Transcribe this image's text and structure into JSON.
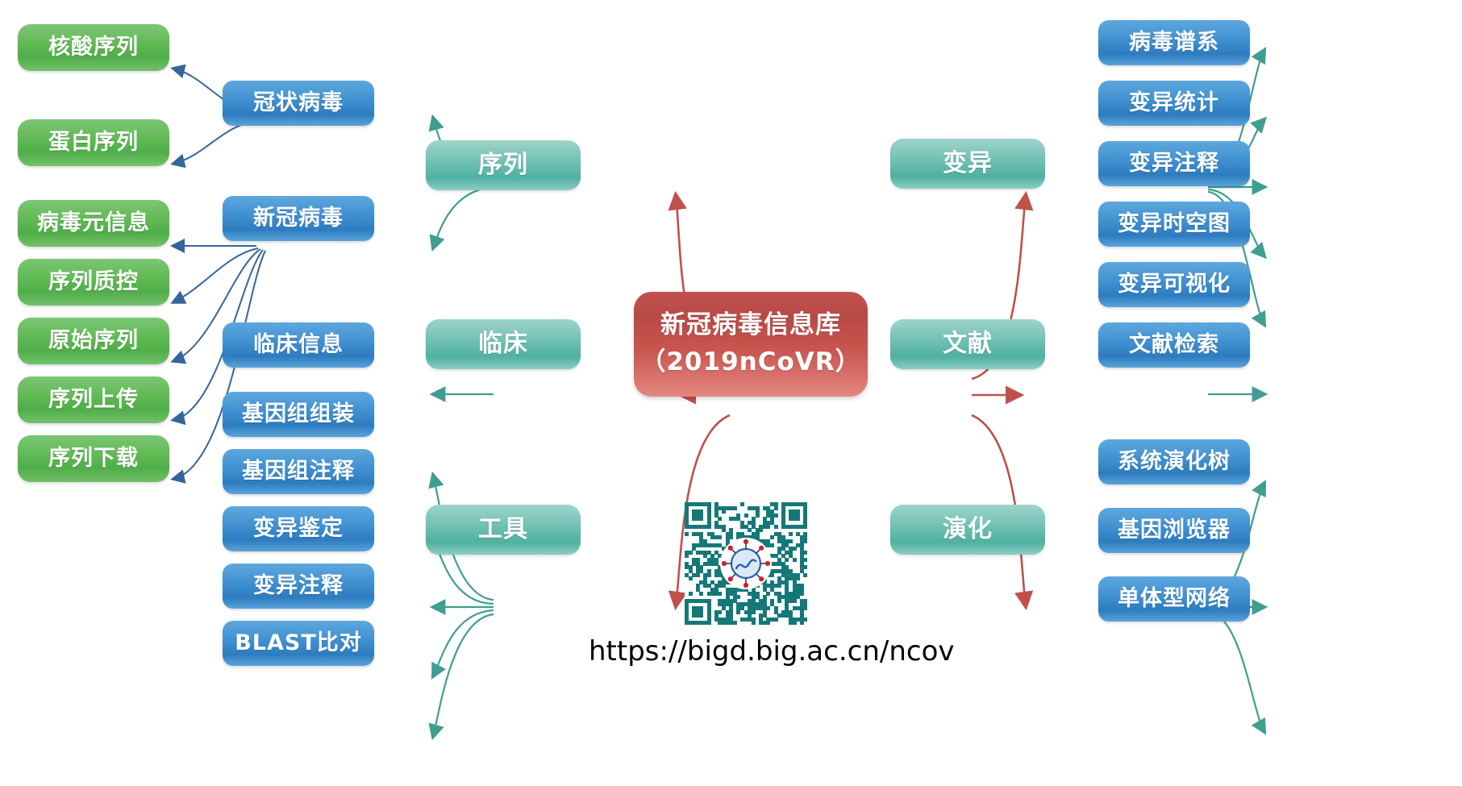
{
  "diagram": {
    "title": "新冠病毒信息库（2019nCoVR）",
    "url": "https://bigd.big.ac.cn/ncov",
    "colors": {
      "root": "#c0504d",
      "category": "#4fb1a2",
      "blue": "#2e7cc0",
      "green": "#4fae48",
      "edge_red": "#c0504d",
      "edge_teal": "#3f9e90",
      "edge_blue": "#4472a8",
      "qr": "#157878"
    }
  },
  "root": {
    "line1": "新冠病毒信息库",
    "line2": "（2019nCoVR）"
  },
  "categories": {
    "sequence": "序列",
    "clinical": "临床",
    "tools": "工具",
    "variation": "变异",
    "literature": "文献",
    "evolution": "演化"
  },
  "sequence_children": [
    {
      "label": "冠状病毒"
    },
    {
      "label": "新冠病毒"
    }
  ],
  "coronavirus_leaves": [
    {
      "label": "核酸序列"
    },
    {
      "label": "蛋白序列"
    }
  ],
  "ncov_leaves": [
    {
      "label": "病毒元信息"
    },
    {
      "label": "序列质控"
    },
    {
      "label": "原始序列"
    },
    {
      "label": "序列上传"
    },
    {
      "label": "序列下载"
    }
  ],
  "clinical_children": [
    {
      "label": "临床信息"
    }
  ],
  "tools_children": [
    {
      "label": "基因组组装"
    },
    {
      "label": "基因组注释"
    },
    {
      "label": "变异鉴定"
    },
    {
      "label": "变异注释"
    },
    {
      "label": "BLAST比对"
    }
  ],
  "variation_children": [
    {
      "label": "病毒谱系"
    },
    {
      "label": "变异统计"
    },
    {
      "label": "变异注释"
    },
    {
      "label": "变异时空图"
    },
    {
      "label": "变异可视化"
    }
  ],
  "literature_children": [
    {
      "label": "文献检索"
    }
  ],
  "evolution_children": [
    {
      "label": "系统演化树"
    },
    {
      "label": "基因浏览器"
    },
    {
      "label": "单体型网络"
    }
  ],
  "qr": {
    "name": "qr-code",
    "center_icon": "virus-icon"
  }
}
